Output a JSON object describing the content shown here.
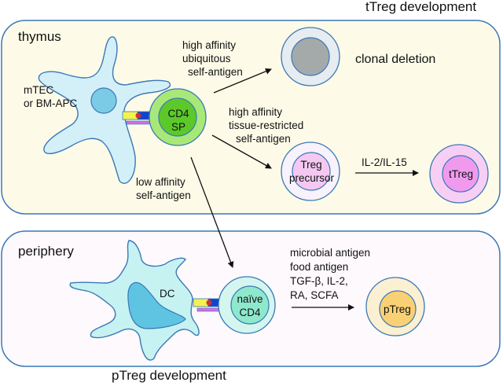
{
  "sections": {
    "thymus": {
      "label": "thymus",
      "caption": "tTreg development",
      "fill": "#fdfbe8",
      "border": "#3a78b8"
    },
    "periphery": {
      "label": "periphery",
      "caption": "pTreg development",
      "fill": "#fdf9fc",
      "border": "#3a78b8"
    }
  },
  "cells": {
    "mtec": {
      "label_line1": "mTEC",
      "label_line2": "or BM-APC",
      "color": "#d3f0f8",
      "nucleus": "#7ccbe6"
    },
    "cd4sp": {
      "label_line1": "CD4",
      "label_line2": "SP",
      "outer": "#a8e878",
      "inner": "#5cc82a"
    },
    "deleted": {
      "outer": "#e6ecef",
      "inner": "#a4aaaa"
    },
    "treg_precursor": {
      "label_line1": "Treg",
      "label_line2": "precursor",
      "outer": "#f7f2fb",
      "inner": "#f4c8f1"
    },
    "ttreg": {
      "label": "tTreg",
      "outer": "#f7cff4",
      "inner": "#f09aee"
    },
    "dc": {
      "label": "DC",
      "color": "#c6f2f2",
      "nucleus": "#5ec4e2"
    },
    "naive_cd4": {
      "label_line1": "naïve",
      "label_line2": "CD4",
      "outer": "#d4f6ef",
      "inner": "#8ee8cc"
    },
    "ptreg": {
      "label": "pTreg",
      "outer": "#fcf0d2",
      "inner": "#f9d073"
    }
  },
  "receptor": {
    "mhc": "#f2f250",
    "tcr": "#1144cc",
    "peptide": "#cc3333",
    "coreceptor": "#d070e0"
  },
  "arrows": {
    "ubiquitous": {
      "line1": "high affinity",
      "line2": "ubiquitous",
      "line3": "self-antigen"
    },
    "tissue": {
      "line1": "high affinity",
      "line2": "tissue-restricted",
      "line3": "self-antigen"
    },
    "low": {
      "line1": "low affinity",
      "line2": "self-antigen"
    },
    "il": {
      "label": "IL-2/IL-15"
    },
    "peripheral": {
      "line1": "microbial antigen",
      "line2": "food antigen",
      "line3": "TGF-β, IL-2,",
      "line4": "RA, SCFA"
    }
  },
  "outcomes": {
    "clonal_deletion": "clonal deletion"
  }
}
